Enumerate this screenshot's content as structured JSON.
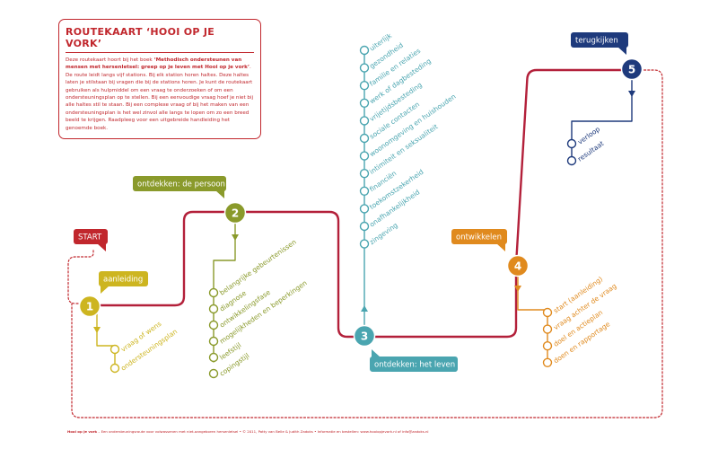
{
  "title": "ROUTEKAART ‘HOOI OP JE VORK’",
  "intro": {
    "part1": "Deze routekaart hoort bij het boek ",
    "book_title": "‘Methodisch ondersteunen van mensen met hersenletsel: greep op je leven met Hooi op je vork’",
    "part2": ". De route leidt langs vijf stations. Bij elk station horen haltes. Deze haltes laten je stilstaan bij vragen die bij de stations horen. Je kunt de routekaart gebruiken als hulpmiddel om een vraag te onderzoeken of om een ondersteuningsplan op te stellen. Bij een eenvoudige vraag hoef je niet bij alle haltes stil te staan. Bij een complexe vraag of bij het maken van een ondersteuningsplan is het wel zinvol alle langs te lopen om zo een breed beeld te krijgen. Raadpleeg voor een uitgebreide handleiding het genoemde boek."
  },
  "start_label": "START",
  "colors": {
    "main_line": "#b3203a",
    "dotted_loop": "#c1272d",
    "station1": "#cdb520",
    "station2": "#8a9a2b",
    "station3": "#4aa5b0",
    "station4": "#e08a1e",
    "station5": "#1e3a7c"
  },
  "stations": [
    {
      "number": "1",
      "label": "aanleiding",
      "stops": [
        "vraag of wens",
        "ondersteuningsplan"
      ]
    },
    {
      "number": "2",
      "label": "ontdekken: de persoon",
      "stops": [
        "belangrijke gebeurtenissen",
        "diagnose",
        "ontwikkelingsfase",
        "mogelijkheden en beperkingen",
        "leefstijl",
        "copingstijl"
      ]
    },
    {
      "number": "3",
      "label": "ontdekken: het leven",
      "stops": [
        "uiterlijk",
        "gezondheid",
        "familie en relaties",
        "werk of dagbesteding",
        "vrijetijdsbesteding",
        "sociale contacten",
        "woonomgeving en huishouden",
        "intimiteit en seksualiteit",
        "financiën",
        "toekomstzekerheid",
        "onafhankelijkheid",
        "zingeving"
      ]
    },
    {
      "number": "4",
      "label": "ontwikkelen",
      "stops": [
        "start (aanleiding)",
        "vraag achter de vraag",
        "doel en actieplan",
        "doen en rapportage"
      ]
    },
    {
      "number": "5",
      "label": "terugkijken",
      "stops": [
        "verloop",
        "resultaat"
      ]
    }
  ],
  "credits": {
    "bold": "Hooi op je vork",
    "rest": " – Een ondersteuningsroute voor volwassenen met niet-aangeboren hersenletsel • © 2011, Patty van Belle & Judith Zadoks • Informatie en bestellen: www.hooiopjevork.nl of info@zadoks.nl"
  }
}
